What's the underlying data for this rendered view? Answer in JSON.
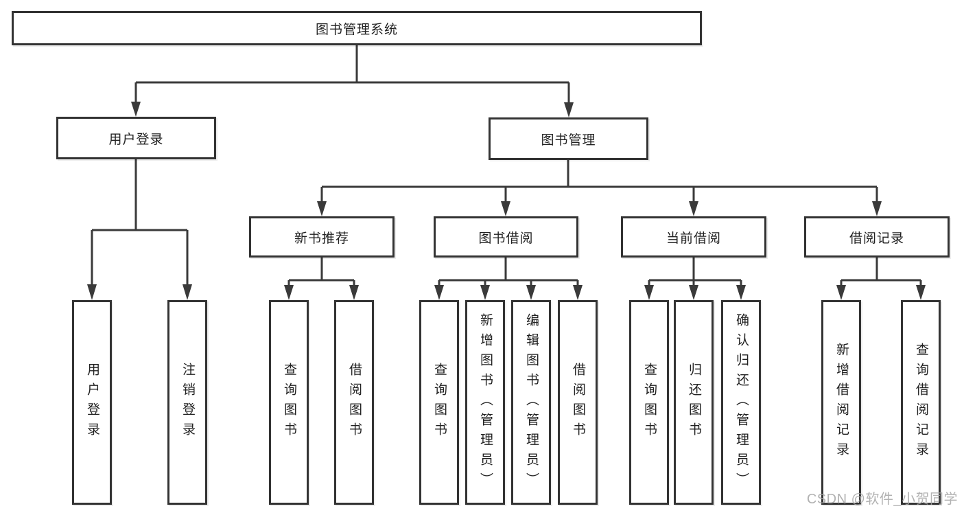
{
  "colors": {
    "line": "#3a3a3a",
    "box_border": "#333333",
    "text": "#222222",
    "watermark": "#a5a5a5",
    "background": "#ffffff"
  },
  "watermark": "CSDN @软件_小贺同学",
  "tree": {
    "root": {
      "label": "图书管理系统"
    },
    "branches": [
      {
        "label": "用户登录",
        "children": [
          {
            "label": "用户登录"
          },
          {
            "label": "注销登录"
          }
        ]
      },
      {
        "label": "图书管理",
        "groups": [
          {
            "label": "新书推荐",
            "children": [
              {
                "label": "查询图书"
              },
              {
                "label": "借阅图书"
              }
            ]
          },
          {
            "label": "图书借阅",
            "children": [
              {
                "label": "查询图书"
              },
              {
                "label": "新增图书（管理员）"
              },
              {
                "label": "编辑图书（管理员）"
              },
              {
                "label": "借阅图书"
              }
            ]
          },
          {
            "label": "当前借阅",
            "children": [
              {
                "label": "查询图书"
              },
              {
                "label": "归还图书"
              },
              {
                "label": "确认归还（管理员）"
              }
            ]
          },
          {
            "label": "借阅记录",
            "children": [
              {
                "label": "新增借阅记录"
              },
              {
                "label": "查询借阅记录"
              }
            ]
          }
        ]
      }
    ]
  }
}
